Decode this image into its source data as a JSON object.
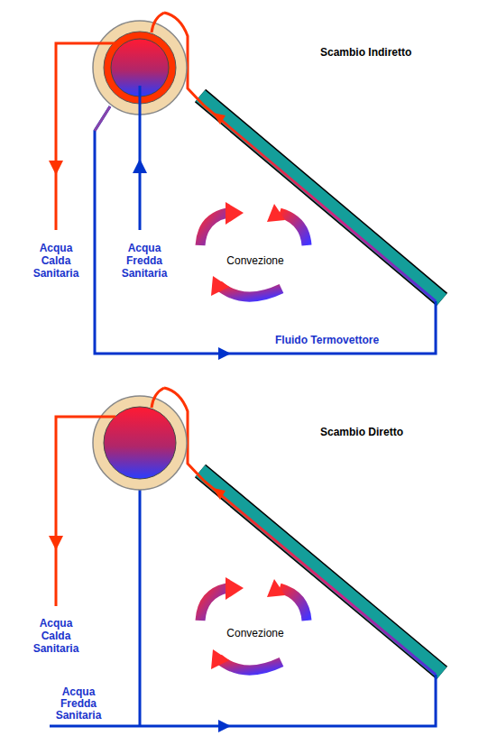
{
  "diagram": {
    "labels": [
      "Scambio Indiretto",
      "Acqua Calda Sanitaria",
      "Acqua Fredda Sanitaria",
      "Convezione",
      "Fluido Termovettore",
      "Scambio Diretto",
      "Acqua Calda Sanitaria",
      "Convezione",
      "Acqua Fredda Sanitaria"
    ]
  }
}
